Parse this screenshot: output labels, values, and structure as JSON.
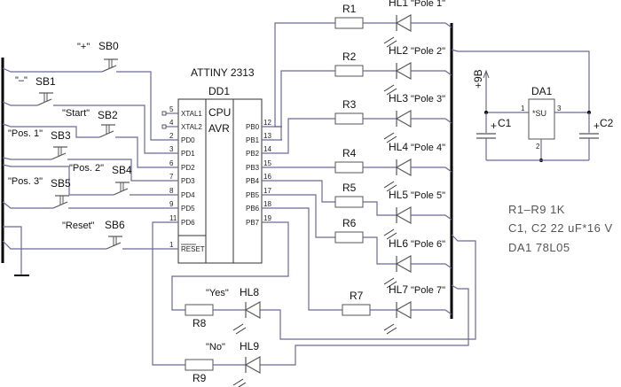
{
  "title": "ATTINY 2313",
  "mcu": {
    "ref": "DD1",
    "label_top": "CPU",
    "label_bottom": "AVR",
    "left_pins": [
      {
        "num": "5",
        "name": "XTAL1"
      },
      {
        "num": "4",
        "name": "XTAL2"
      },
      {
        "num": "2",
        "name": "PD0"
      },
      {
        "num": "3",
        "name": "PD1"
      },
      {
        "num": "6",
        "name": "PD2"
      },
      {
        "num": "7",
        "name": "PD3"
      },
      {
        "num": "8",
        "name": "PD4"
      },
      {
        "num": "9",
        "name": "PD5"
      },
      {
        "num": "11",
        "name": "PD6"
      },
      {
        "num": "1",
        "name": "RESET"
      }
    ],
    "right_pins": [
      {
        "num": "12",
        "name": "PB0"
      },
      {
        "num": "13",
        "name": "PB1"
      },
      {
        "num": "14",
        "name": "PB2"
      },
      {
        "num": "15",
        "name": "PB3"
      },
      {
        "num": "16",
        "name": "PB4"
      },
      {
        "num": "17",
        "name": "PB5"
      },
      {
        "num": "18",
        "name": "PB6"
      },
      {
        "num": "19",
        "name": "PB7"
      }
    ]
  },
  "buttons": [
    {
      "ref": "SB0",
      "caption": "\"+\""
    },
    {
      "ref": "SB1",
      "caption": "\"–\""
    },
    {
      "ref": "SB2",
      "caption": "\"Start\""
    },
    {
      "ref": "SB3",
      "caption": "\"Pos. 1\""
    },
    {
      "ref": "SB4",
      "caption": "\"Pos. 2\""
    },
    {
      "ref": "SB5",
      "caption": "\"Pos. 3\""
    },
    {
      "ref": "SB6",
      "caption": "\"Reset\""
    }
  ],
  "pole_leds": [
    {
      "resistor": "R1",
      "led": "HL1",
      "caption": "\"Pole 1\""
    },
    {
      "resistor": "R2",
      "led": "HL2",
      "caption": "\"Pole 2\""
    },
    {
      "resistor": "R3",
      "led": "HL3",
      "caption": "\"Pole 3\""
    },
    {
      "resistor": "R4",
      "led": "HL4",
      "caption": "\"Pole 4\""
    },
    {
      "resistor": "R5",
      "led": "HL5",
      "caption": "\"Pole 5\""
    },
    {
      "resistor": "R6",
      "led": "HL6",
      "caption": "\"Pole 6\""
    },
    {
      "resistor": "R7",
      "led": "HL7",
      "caption": "\"Pole 7\""
    }
  ],
  "status_leds": [
    {
      "resistor": "R8",
      "led": "HL8",
      "caption": "\"Yes\""
    },
    {
      "resistor": "R9",
      "led": "HL9",
      "caption": "\"No\""
    }
  ],
  "power": {
    "supply_label": "+9B",
    "regulator_ref": "DA1",
    "regulator_marking": "*SU",
    "pins": [
      "1",
      "2",
      "3"
    ],
    "c_in": "C1",
    "c_out": "C2",
    "polarity": "+"
  },
  "notes": [
    "R1–R9 1K",
    "C1, C2 22 uF*16 V",
    "DA1 78L05"
  ]
}
